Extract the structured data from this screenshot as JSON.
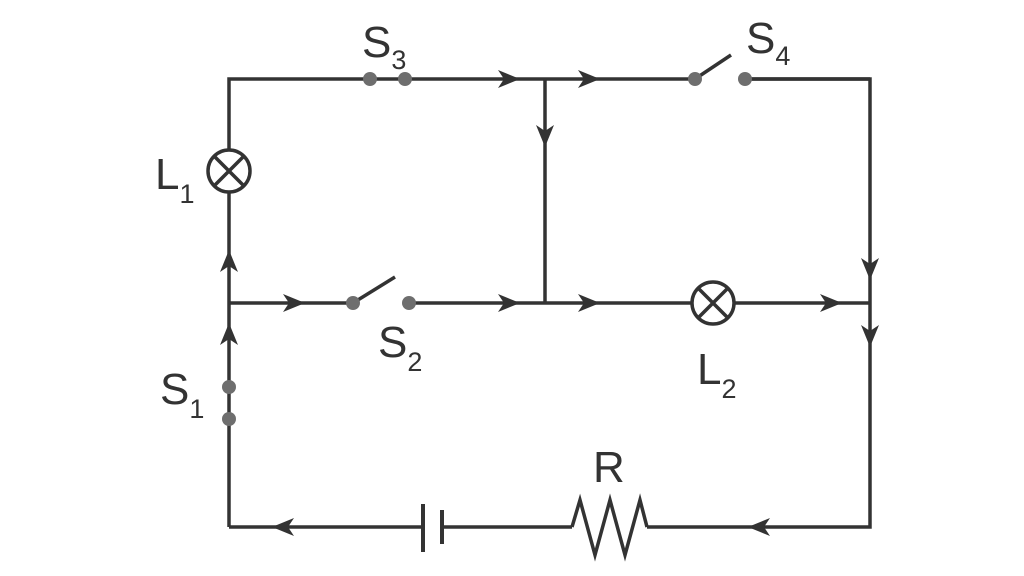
{
  "diagram": {
    "type": "circuit",
    "colors": {
      "wire": "#333333",
      "contact": "#6e6e6e"
    },
    "labels": {
      "S1": {
        "main": "S",
        "sub": "1"
      },
      "S2": {
        "main": "S",
        "sub": "2"
      },
      "S3": {
        "main": "S",
        "sub": "3"
      },
      "S4": {
        "main": "S",
        "sub": "4"
      },
      "L1": {
        "main": "L",
        "sub": "1"
      },
      "L2": {
        "main": "L",
        "sub": "2"
      },
      "R": "R"
    },
    "switch_states": {
      "S1": "closed",
      "S2": "open",
      "S3": "closed",
      "S4": "open"
    }
  }
}
